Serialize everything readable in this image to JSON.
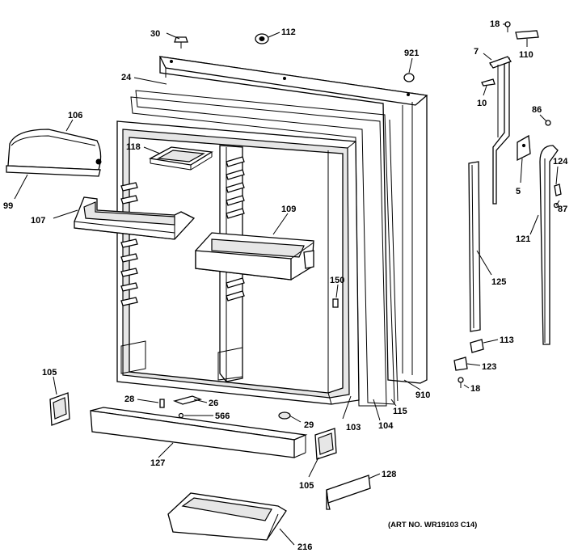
{
  "art_number": "(ART NO. WR19103 C14)",
  "callouts": [
    {
      "id": "c-30",
      "label": "30"
    },
    {
      "id": "c-112",
      "label": "112"
    },
    {
      "id": "c-24",
      "label": "24"
    },
    {
      "id": "c-921",
      "label": "921"
    },
    {
      "id": "c-18-top",
      "label": "18"
    },
    {
      "id": "c-110",
      "label": "110"
    },
    {
      "id": "c-7",
      "label": "7"
    },
    {
      "id": "c-10",
      "label": "10"
    },
    {
      "id": "c-86",
      "label": "86"
    },
    {
      "id": "c-106",
      "label": "106"
    },
    {
      "id": "c-118",
      "label": "118"
    },
    {
      "id": "c-99",
      "label": "99"
    },
    {
      "id": "c-107",
      "label": "107"
    },
    {
      "id": "c-109",
      "label": "109"
    },
    {
      "id": "c-5",
      "label": "5"
    },
    {
      "id": "c-124",
      "label": "124"
    },
    {
      "id": "c-87",
      "label": "87"
    },
    {
      "id": "c-121",
      "label": "121"
    },
    {
      "id": "c-125",
      "label": "125"
    },
    {
      "id": "c-150",
      "label": "150"
    },
    {
      "id": "c-113",
      "label": "113"
    },
    {
      "id": "c-123",
      "label": "123"
    },
    {
      "id": "c-18-bottom",
      "label": "18"
    },
    {
      "id": "c-105-left",
      "label": "105"
    },
    {
      "id": "c-28",
      "label": "28"
    },
    {
      "id": "c-26",
      "label": "26"
    },
    {
      "id": "c-566",
      "label": "566"
    },
    {
      "id": "c-29",
      "label": "29"
    },
    {
      "id": "c-103",
      "label": "103"
    },
    {
      "id": "c-104",
      "label": "104"
    },
    {
      "id": "c-115",
      "label": "115"
    },
    {
      "id": "c-910",
      "label": "910"
    },
    {
      "id": "c-127",
      "label": "127"
    },
    {
      "id": "c-105-right",
      "label": "105"
    },
    {
      "id": "c-128",
      "label": "128"
    },
    {
      "id": "c-216",
      "label": "216"
    }
  ]
}
